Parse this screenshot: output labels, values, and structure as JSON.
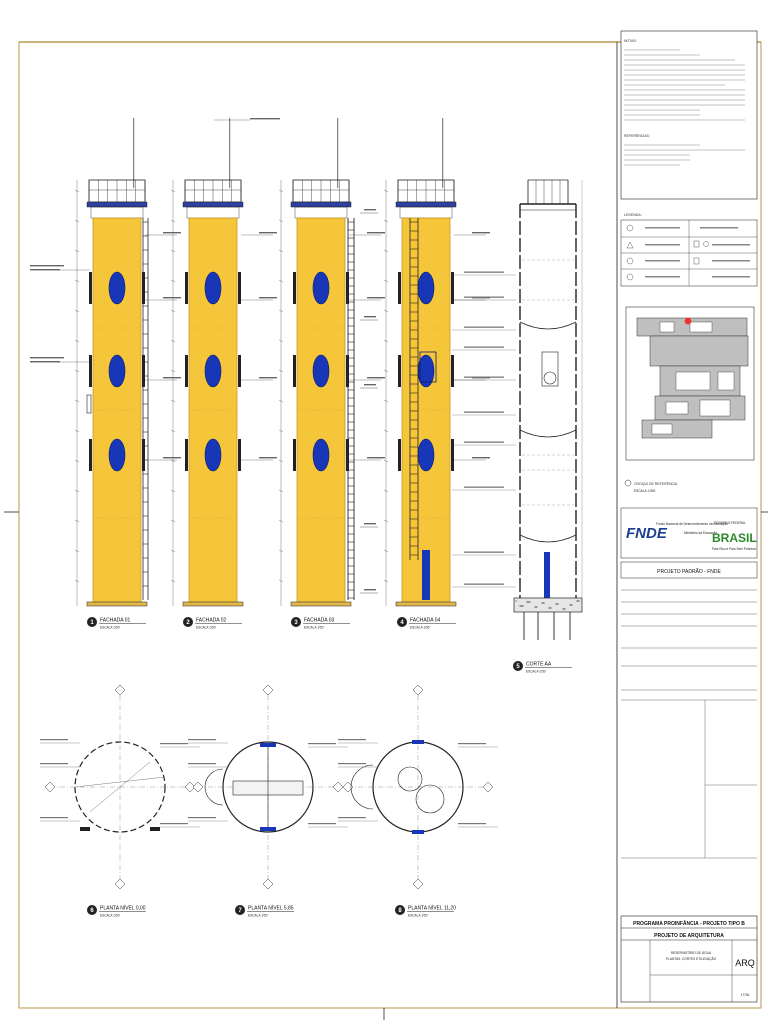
{
  "colors": {
    "tank": "#f5c63a",
    "tank_edge": "#c9982a",
    "window": "#1837b8",
    "frame": "#b89a4a",
    "line": "#222222"
  },
  "notes": {
    "title": "NOTAS:",
    "refs_title": "REFERÊNCIAS:"
  },
  "legend": {
    "title": "LEGENDA:"
  },
  "croqui": {
    "title": "CROQUI DE REFERÊNCIA",
    "scale": "ESCALA 1:500"
  },
  "logos": {
    "fnde": "FNDE",
    "fnde_sub": "Fundo Nacional de Desenvolvimento da Educação",
    "ministerio": "Ministério da Educação",
    "brasil": "BRASIL",
    "brasil_sub": "País Rico é País Sem Pobreza",
    "gov": "GOVERNO FEDERAL"
  },
  "project": {
    "title": "PROJETO PADRÃO - FNDE",
    "program": "PROGRAMA PROINFÂNCIA - PROJETO TIPO B",
    "discipline": "PROJETO DE ARQUITETURA",
    "content1": "RESERVATÓRIO DE ÁGUA",
    "content2": "PLANTAS, CORTES E ELEVAÇÃO",
    "code": "ARQ",
    "sheet": "17/36"
  },
  "views": [
    {
      "n": "1",
      "title": "FACHADA 01",
      "scale": "ESCALA 1/50"
    },
    {
      "n": "2",
      "title": "FACHADA 02",
      "scale": "ESCALA 1/50"
    },
    {
      "n": "3",
      "title": "FACHADA 03",
      "scale": "ESCALA 1/50"
    },
    {
      "n": "4",
      "title": "FACHADA 04",
      "scale": "ESCALA 1/50"
    },
    {
      "n": "5",
      "title": "CORTE AA",
      "scale": "ESCALA 1/50"
    },
    {
      "n": "6",
      "title": "PLANTA NÍVEL 0,00",
      "scale": "ESCALA 1/50"
    },
    {
      "n": "7",
      "title": "PLANTA NÍVEL 5,85",
      "scale": "ESCALA 1/50"
    },
    {
      "n": "8",
      "title": "PLANTA NÍVEL 11,20",
      "scale": "ESCALA 1/50"
    }
  ]
}
